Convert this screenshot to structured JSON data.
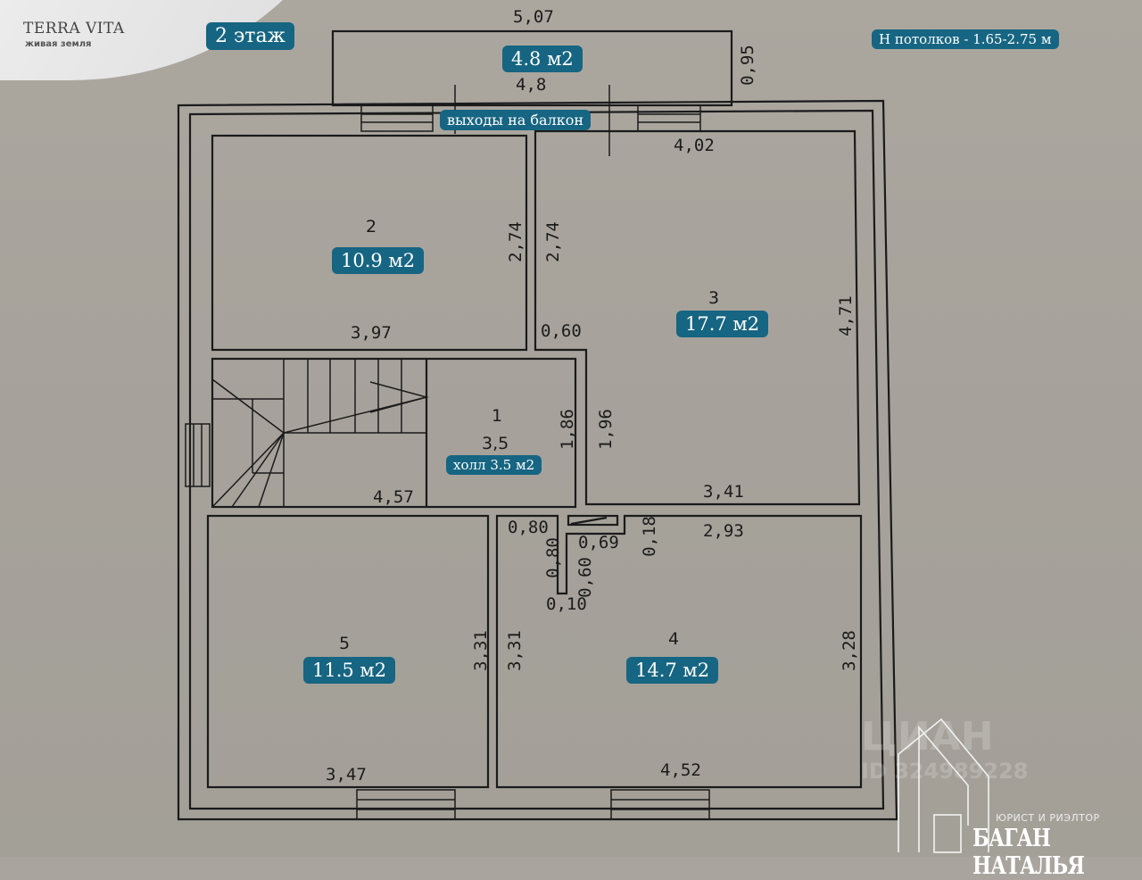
{
  "logo": {
    "title": "TERRA VITA",
    "subtitle": "живая земля"
  },
  "floor_label": "2 этаж",
  "ceiling_height": "Н потолков - 1.65-2.75 м",
  "balcony": {
    "area": "4.8 м2",
    "width_top": "5,07",
    "width_bottom": "4,8",
    "depth": "0,95",
    "exit_label": "выходы на балкон"
  },
  "rooms": [
    {
      "number": "1",
      "area_plan": "3,5",
      "area_badge": "холл 3.5  м2",
      "dims": [
        "1,86",
        "1,96",
        "4,57"
      ]
    },
    {
      "number": "2",
      "area_badge": "10.9 м2",
      "dims": [
        "3,97",
        "2,74"
      ]
    },
    {
      "number": "3",
      "area_badge": "17.7 м2",
      "dims": [
        "4,02",
        "2,74",
        "0,60",
        "4,71",
        "3,41"
      ]
    },
    {
      "number": "4",
      "area_badge": "14.7 м2",
      "dims": [
        "2,93",
        "3,31",
        "3,28",
        "4,52",
        "0,18",
        "0,69"
      ]
    },
    {
      "number": "5",
      "area_badge": "11.5 м2",
      "dims": [
        "3,31",
        "3,47"
      ]
    }
  ],
  "closet_dims": [
    "0,80",
    "0,80",
    "0,60",
    "0,10"
  ],
  "watermark": {
    "brand": "ЦИАН",
    "id": "ID 324989228"
  },
  "branding": {
    "subtitle": "ЮРИСТ И РИЭЛТОР",
    "name": "БАГАН НАТАЛЬЯ"
  },
  "colors": {
    "badge": "#166582",
    "wall": "#1b1b1b",
    "paper": "#a9a59e"
  }
}
